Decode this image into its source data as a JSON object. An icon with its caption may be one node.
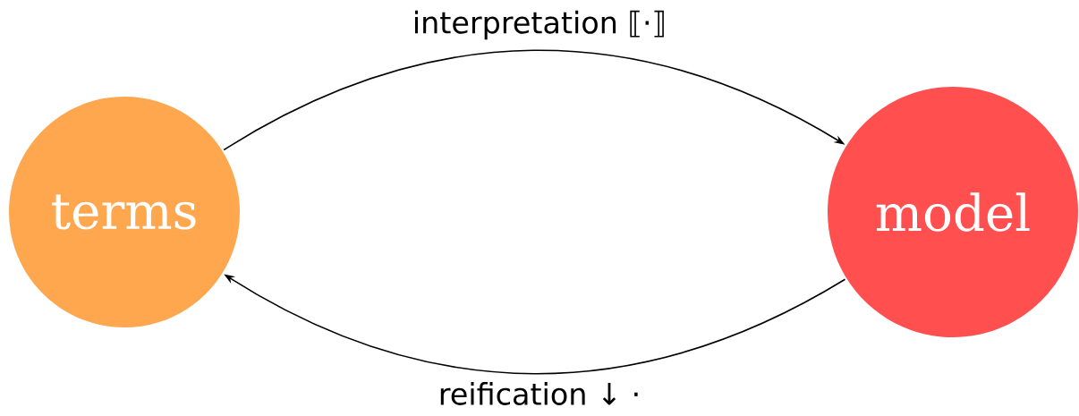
{
  "diagram": {
    "nodes": [
      {
        "text": [
          "terms"
        ]
      },
      {
        "text": [
          "model"
        ]
      }
    ],
    "edges": [
      {
        "from": 0,
        "to": 1,
        "arrow": "to",
        "label": "interpretation ⟦·⟧"
      },
      {
        "from": 1,
        "to": 0,
        "arrow": "to",
        "label": "reification ↓ ·"
      }
    ]
  }
}
